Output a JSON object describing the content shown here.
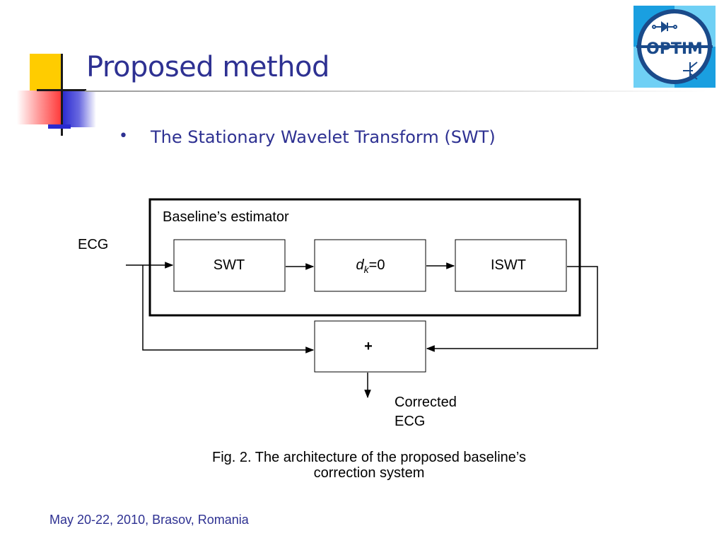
{
  "slide": {
    "title": "Proposed method",
    "bullet": "The Stationary Wavelet Transform (SWT)",
    "footer": "May 20-22, 2010, Brasov, Romania"
  },
  "logo": {
    "text": "OPTIM",
    "icon": "optim-logo"
  },
  "diagram": {
    "estimator_label": "Baseline’s estimator",
    "input_label": "ECG",
    "blocks": {
      "swt": "SWT",
      "zero_var": "d",
      "zero_sub": "k",
      "zero_rest": "=0",
      "iswt": "ISWT",
      "sum": "+"
    },
    "output_label": [
      "Corrected",
      "ECG"
    ],
    "colors": {
      "block_text": "#e00000",
      "title": "#2e3192"
    }
  },
  "caption": {
    "line1": "Fig. 2. The architecture of the proposed baseline’s",
    "line2": "correction system"
  }
}
